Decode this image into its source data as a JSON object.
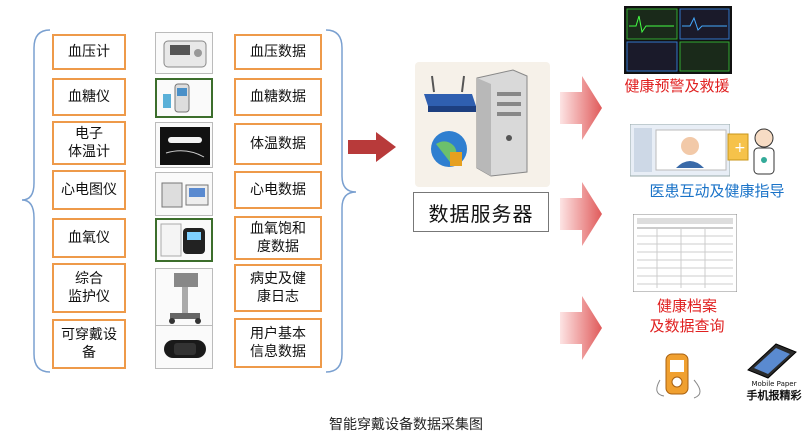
{
  "devices": [
    {
      "label": "血压计",
      "data": "血压数据"
    },
    {
      "label": "血糖仪",
      "data": "血糖数据"
    },
    {
      "label": "电子\n体温计",
      "data": "体温数据"
    },
    {
      "label": "心电图仪",
      "data": "心电数据"
    },
    {
      "label": "血氧仪",
      "data": "血氧饱和\n度数据"
    },
    {
      "label": "综合\n监护仪",
      "data": "病史及健\n康日志"
    },
    {
      "label": "可穿戴设\n备",
      "data": "用户基本\n信息数据"
    }
  ],
  "server": {
    "label": "数据服务器"
  },
  "outputs": [
    {
      "label": "健康预警及救援",
      "color": "#e02020"
    },
    {
      "label": "医患互动及健康指导",
      "color": "#1a73c8"
    },
    {
      "label": "健康档案\n及数据查询",
      "color": "#e02020"
    }
  ],
  "phone_caption": {
    "line1": "Mobile Paper",
    "line2": "手机报精彩"
  },
  "caption": "智能穿戴设备数据采集图",
  "colors": {
    "box_border": "#ee9a4a",
    "arrow": "#b83a3a",
    "bracket": "#7aa0d0"
  }
}
